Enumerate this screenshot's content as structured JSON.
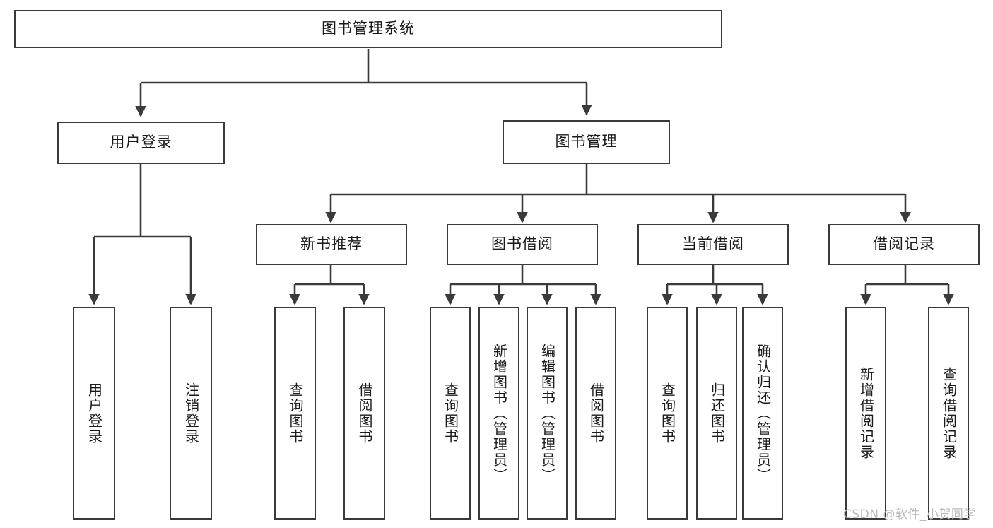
{
  "diagram": {
    "title": "图书管理系统",
    "type": "tree-hierarchy-chart",
    "watermark": "CSDN @软件_小贺同学",
    "colors": {
      "border": "#3a3a3a",
      "background": "#ffffff",
      "text": "#1a1a1a",
      "watermark": "#b9b9b9"
    },
    "nodes": {
      "root": {
        "label": "图书管理系统"
      },
      "level1": [
        {
          "id": "user_login",
          "label": "用户登录"
        },
        {
          "id": "book_manage",
          "label": "图书管理"
        }
      ],
      "level2": [
        {
          "id": "new_book_rec",
          "label": "新书推荐"
        },
        {
          "id": "book_borrow",
          "label": "图书借阅"
        },
        {
          "id": "current_borrow",
          "label": "当前借阅"
        },
        {
          "id": "borrow_record",
          "label": "借阅记录"
        }
      ],
      "leaves": {
        "user_login": [
          {
            "id": "leaf_user_login",
            "label": "用户登录"
          },
          {
            "id": "leaf_logout",
            "label": "注销登录"
          }
        ],
        "new_book_rec": [
          {
            "id": "leaf_query_book_1",
            "label": "查询图书"
          },
          {
            "id": "leaf_borrow_book_1",
            "label": "借阅图书"
          }
        ],
        "book_borrow": [
          {
            "id": "leaf_query_book_2",
            "label": "查询图书"
          },
          {
            "id": "leaf_add_book",
            "label": "新增图书（管理员）"
          },
          {
            "id": "leaf_edit_book",
            "label": "编辑图书（管理员）"
          },
          {
            "id": "leaf_borrow_book_2",
            "label": "借阅图书"
          }
        ],
        "current_borrow": [
          {
            "id": "leaf_query_book_3",
            "label": "查询图书"
          },
          {
            "id": "leaf_return_book",
            "label": "归还图书"
          },
          {
            "id": "leaf_confirm_return",
            "label": "确认归还（管理员）"
          }
        ],
        "borrow_record": [
          {
            "id": "leaf_add_record",
            "label": "新增借阅记录"
          },
          {
            "id": "leaf_query_record",
            "label": "查询借阅记录"
          }
        ]
      }
    }
  }
}
